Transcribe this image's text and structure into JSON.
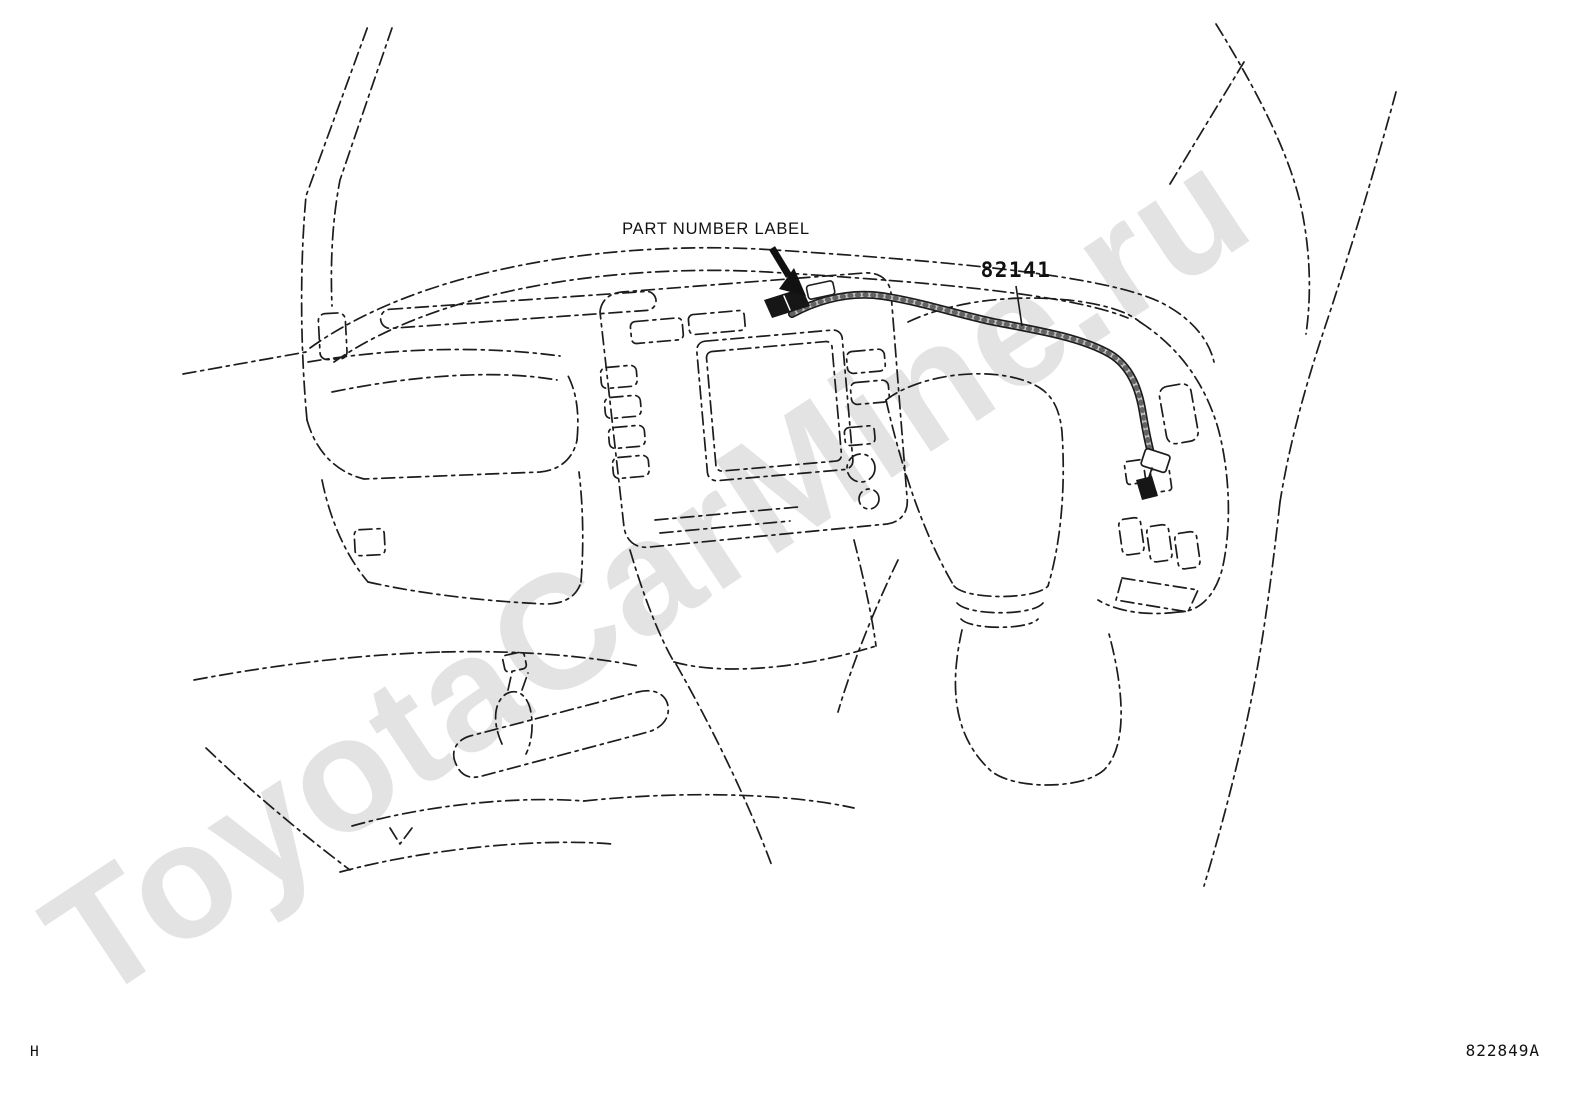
{
  "watermark": {
    "text": "ToyotaCarMine.ru",
    "color": "#e3e3e3"
  },
  "annotations": {
    "part_label_caption": "PART NUMBER LABEL",
    "part_number": "82141"
  },
  "footer": {
    "left_code": "H",
    "right_code": "822849A"
  },
  "colors": {
    "line": "#1c1c1c",
    "background": "#ffffff",
    "harness_core": "#c4c4c4",
    "connector_fill": "#161616"
  }
}
